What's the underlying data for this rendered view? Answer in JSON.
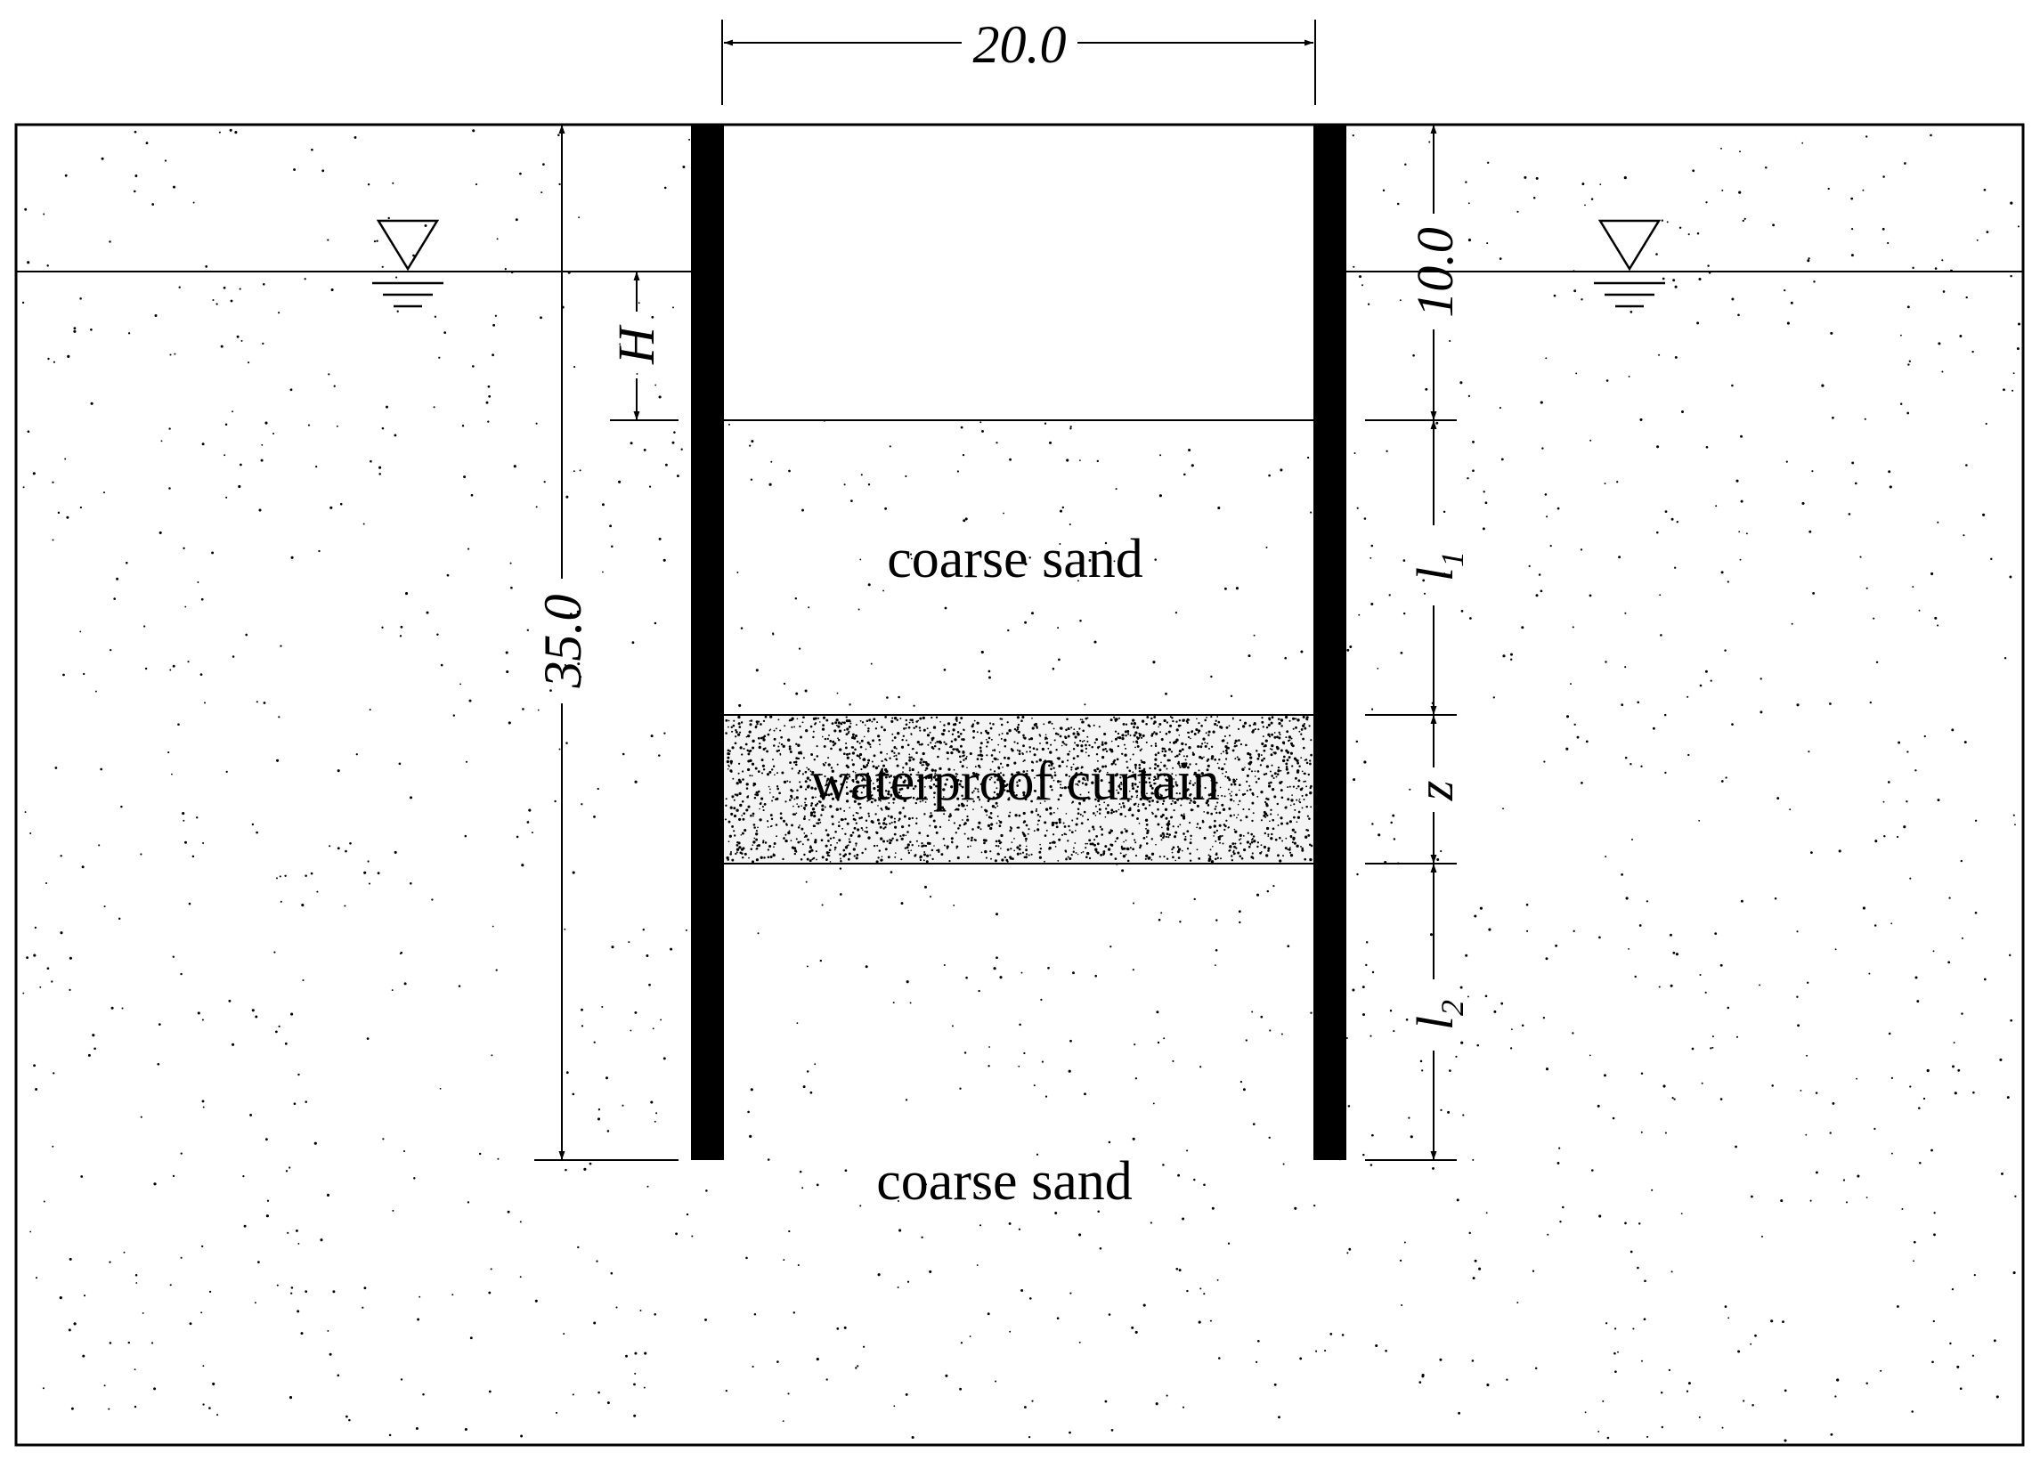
{
  "labels": {
    "upper_soil": "coarse sand",
    "curtain": "waterproof curtain",
    "lower_soil": "coarse sand"
  },
  "dimensions": {
    "excavation_width": "20.0",
    "wall_depth": "35.0",
    "excavation_depth": "10.0",
    "head_difference": "H",
    "layer_1": "l",
    "layer_1_sub": "1",
    "curtain_thickness": "z",
    "layer_2": "l",
    "layer_2_sub": "2"
  },
  "colors": {
    "ink": "#000000",
    "background": "#ffffff"
  },
  "icons": [
    "water-table-icon-left",
    "water-table-icon-right"
  ]
}
